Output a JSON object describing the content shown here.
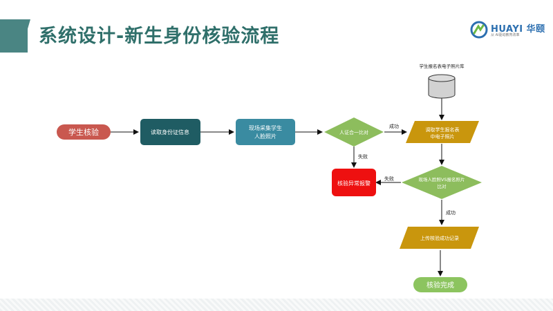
{
  "header": {
    "title": "系统设计-新生身份核验流程",
    "logo": {
      "name": "HUAYI 华颐",
      "tagline": "从 AI驱动教育改革"
    }
  },
  "flow": {
    "start": "学生核验",
    "read_id": "读取身份证信息",
    "capture_line1": "现场采集学生",
    "capture_line2": "人脸照片",
    "compare_id": "人证合一比对",
    "db_label": "学生报名表电子照片库",
    "fetch_line1": "调取学生报名表",
    "fetch_line2": "中电子照片",
    "compare_photo_line1": "现场人脸照VS报名照片",
    "compare_photo_line2": "比对",
    "alarm": "核验异常报警",
    "upload": "上传核验成功记录",
    "done": "核验完成",
    "success_label_1": "成功",
    "success_label_2": "成功",
    "fail_label_1": "失败",
    "fail_label_2": "失败"
  },
  "colors": {
    "title": "#2f6f6a",
    "accent": "#4a8583",
    "start_node": "#c9584f",
    "read_node": "#1f5c63",
    "capture_node": "#3a8ba1",
    "decision": "#8dbd5d",
    "parallelogram": "#c9960d",
    "alarm": "#ee1010",
    "done_node": "#8cc45f"
  }
}
